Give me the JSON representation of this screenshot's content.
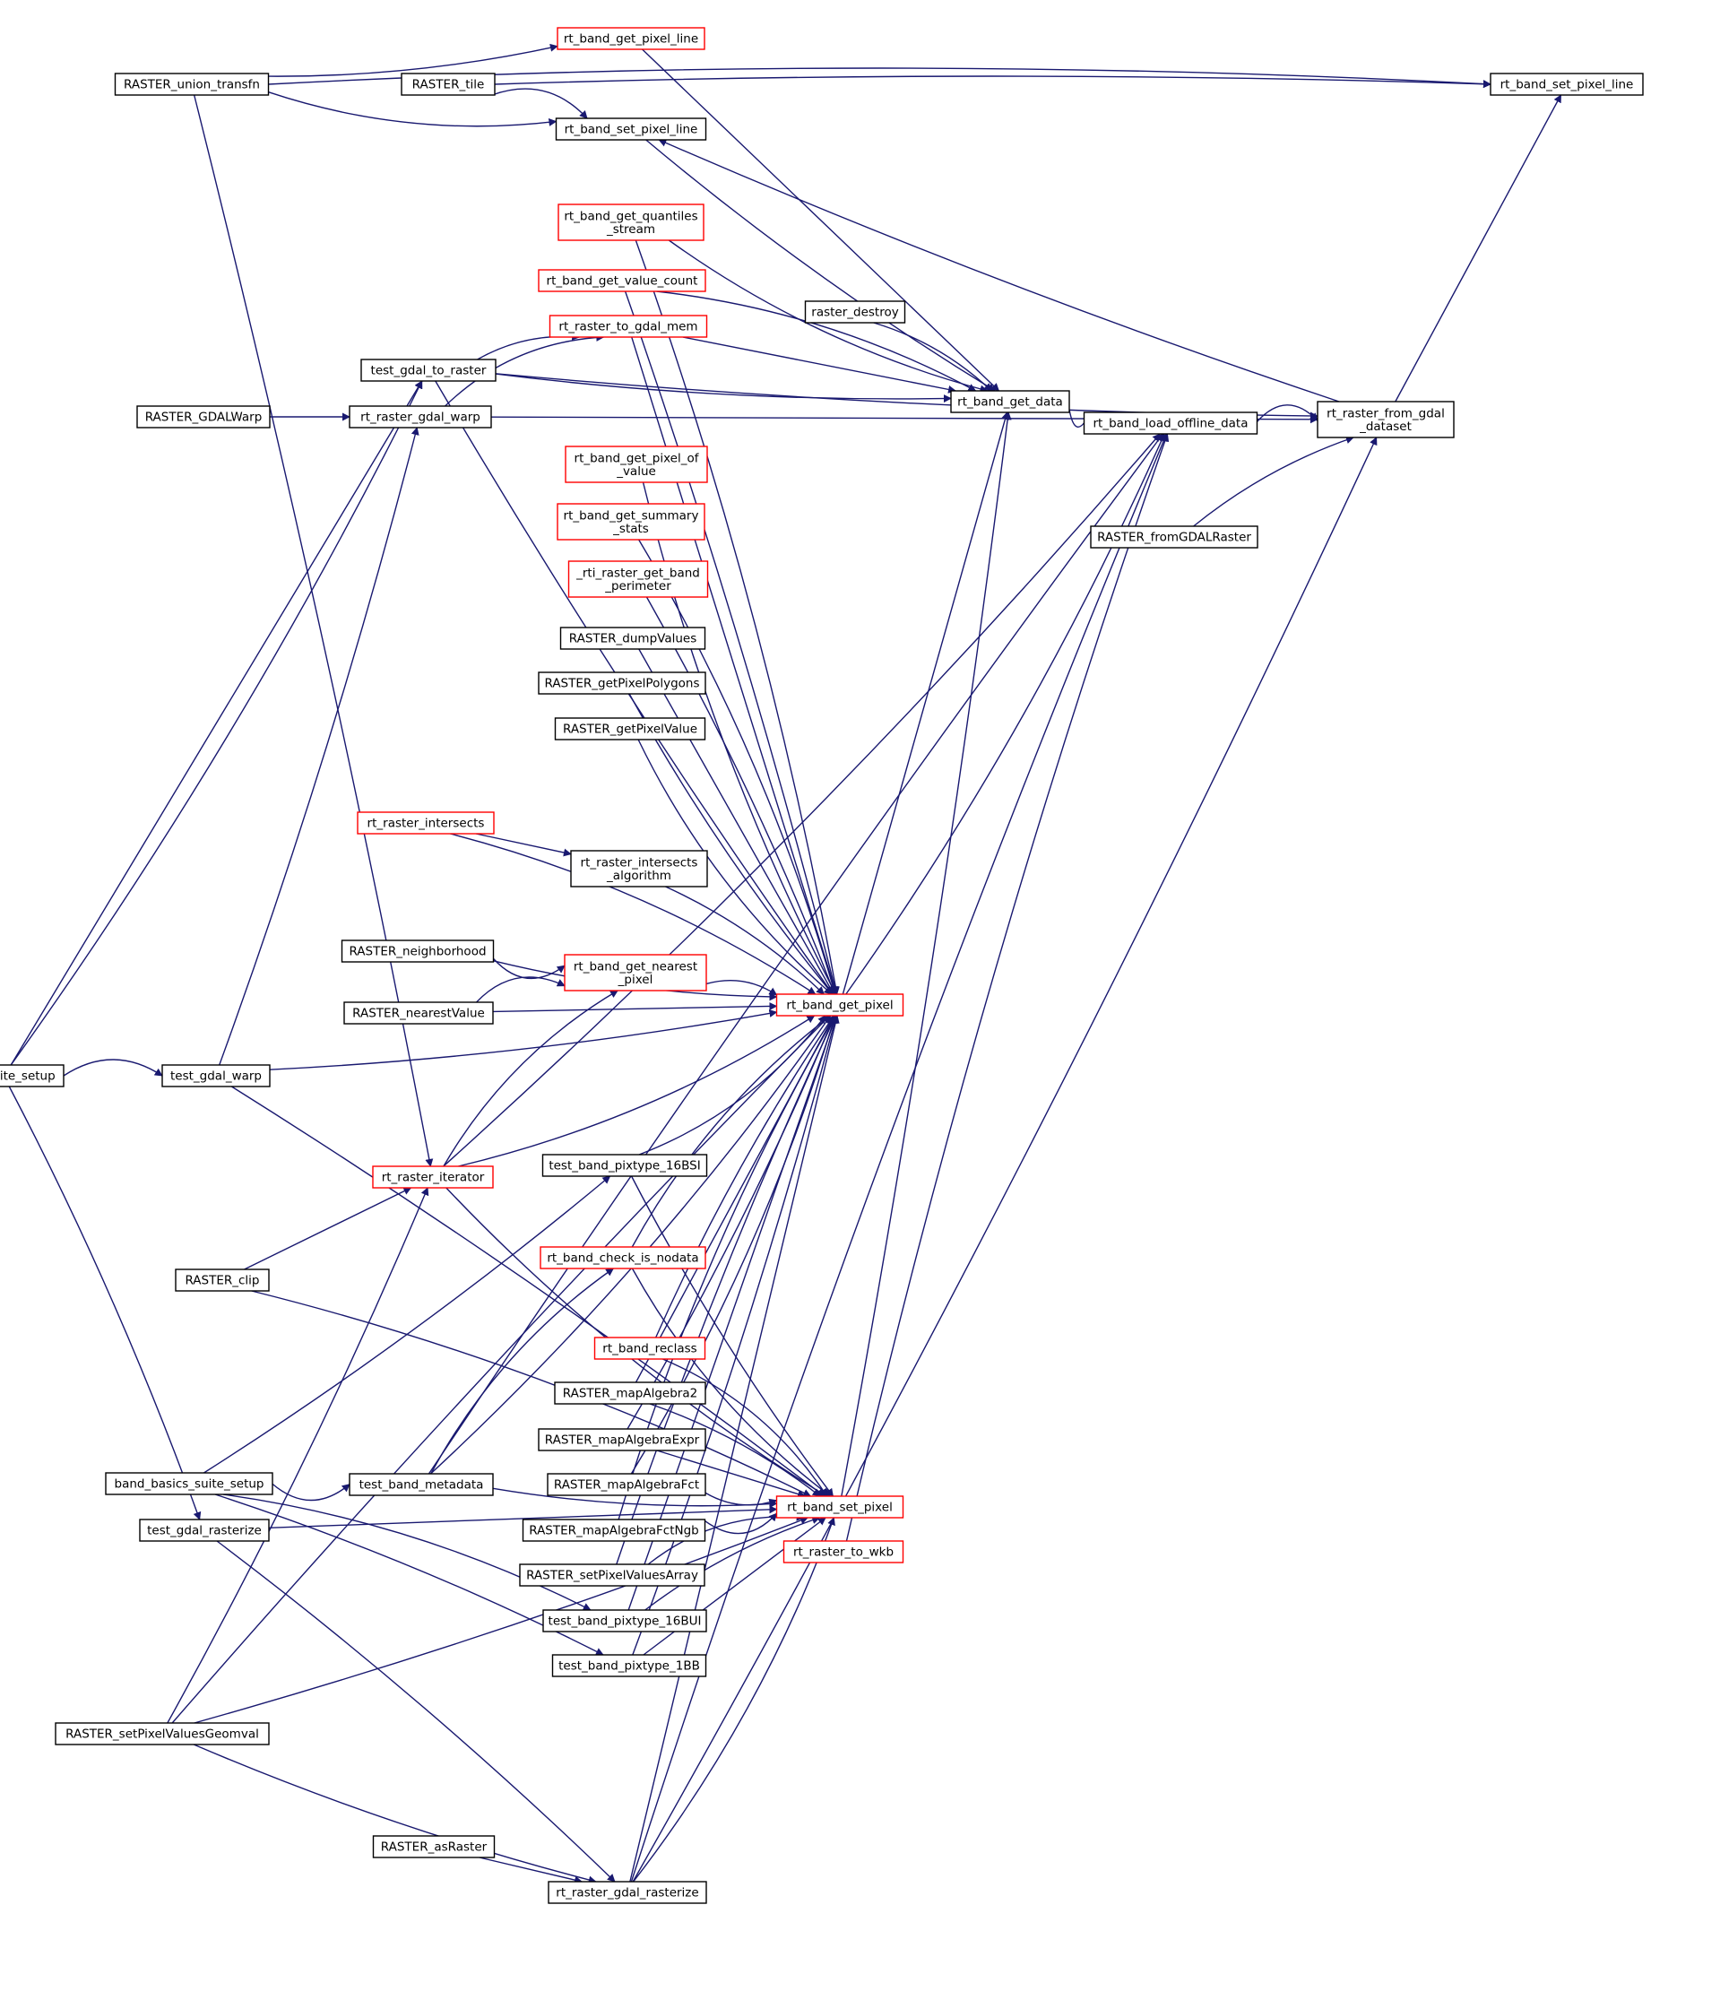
{
  "colors": {
    "edge": "#191970",
    "focus_fill": "#bfbfbf",
    "black_border": "#000000",
    "red_border": "#ff0000"
  },
  "nodes": [
    {
      "id": "rt_band_set_pixel_line_main",
      "lines": [
        "rt_band_set_pixel_line"
      ],
      "border": "black",
      "focus": true
    },
    {
      "id": "RASTER_union_transfn",
      "lines": [
        "RASTER_union_transfn"
      ],
      "border": "black"
    },
    {
      "id": "RASTER_tile",
      "lines": [
        "RASTER_tile"
      ],
      "border": "black"
    },
    {
      "id": "rt_band_get_pixel_line",
      "lines": [
        "rt_band_get_pixel_line"
      ],
      "border": "red"
    },
    {
      "id": "rt_band_set_pixel_line",
      "lines": [
        "rt_band_set_pixel_line"
      ],
      "border": "black"
    },
    {
      "id": "rt_band_get_quantiles_stream",
      "lines": [
        "rt_band_get_quantiles",
        "_stream"
      ],
      "border": "red"
    },
    {
      "id": "rt_band_get_value_count",
      "lines": [
        "rt_band_get_value_count"
      ],
      "border": "red"
    },
    {
      "id": "raster_destroy",
      "lines": [
        "raster_destroy"
      ],
      "border": "black"
    },
    {
      "id": "rt_raster_to_gdal_mem",
      "lines": [
        "rt_raster_to_gdal_mem"
      ],
      "border": "red"
    },
    {
      "id": "test_gdal_to_raster",
      "lines": [
        "test_gdal_to_raster"
      ],
      "border": "black"
    },
    {
      "id": "rt_band_get_data",
      "lines": [
        "rt_band_get_data"
      ],
      "border": "black"
    },
    {
      "id": "rt_band_load_offline_data",
      "lines": [
        "rt_band_load_offline_data"
      ],
      "border": "black"
    },
    {
      "id": "rt_raster_from_gdal_dataset",
      "lines": [
        "rt_raster_from_gdal",
        "_dataset"
      ],
      "border": "black"
    },
    {
      "id": "RASTER_GDALWarp",
      "lines": [
        "RASTER_GDALWarp"
      ],
      "border": "black"
    },
    {
      "id": "rt_raster_gdal_warp",
      "lines": [
        "rt_raster_gdal_warp"
      ],
      "border": "black"
    },
    {
      "id": "rt_band_get_pixel_of_value",
      "lines": [
        "rt_band_get_pixel_of",
        "_value"
      ],
      "border": "red"
    },
    {
      "id": "RASTER_fromGDALRaster",
      "lines": [
        "RASTER_fromGDALRaster"
      ],
      "border": "black"
    },
    {
      "id": "rt_band_get_summary_stats",
      "lines": [
        "rt_band_get_summary",
        "_stats"
      ],
      "border": "red"
    },
    {
      "id": "rti_raster_get_band_perimeter",
      "lines": [
        "_rti_raster_get_band",
        "_perimeter"
      ],
      "border": "red"
    },
    {
      "id": "RASTER_dumpValues",
      "lines": [
        "RASTER_dumpValues"
      ],
      "border": "black"
    },
    {
      "id": "RASTER_getPixelPolygons",
      "lines": [
        "RASTER_getPixelPolygons"
      ],
      "border": "black"
    },
    {
      "id": "RASTER_getPixelValue",
      "lines": [
        "RASTER_getPixelValue"
      ],
      "border": "black"
    },
    {
      "id": "rt_raster_intersects",
      "lines": [
        "rt_raster_intersects"
      ],
      "border": "red"
    },
    {
      "id": "rt_raster_intersects_algorithm",
      "lines": [
        "rt_raster_intersects",
        "_algorithm"
      ],
      "border": "black"
    },
    {
      "id": "RASTER_neighborhood",
      "lines": [
        "RASTER_neighborhood"
      ],
      "border": "black"
    },
    {
      "id": "rt_band_get_nearest_pixel",
      "lines": [
        "rt_band_get_nearest",
        "_pixel"
      ],
      "border": "red"
    },
    {
      "id": "rt_band_get_pixel",
      "lines": [
        "rt_band_get_pixel"
      ],
      "border": "red"
    },
    {
      "id": "RASTER_nearestValue",
      "lines": [
        "RASTER_nearestValue"
      ],
      "border": "black"
    },
    {
      "id": "gdal_suite_setup",
      "lines": [
        "gdal_suite_setup"
      ],
      "border": "black"
    },
    {
      "id": "test_gdal_warp",
      "lines": [
        "test_gdal_warp"
      ],
      "border": "black"
    },
    {
      "id": "test_band_pixtype_16BSI",
      "lines": [
        "test_band_pixtype_16BSI"
      ],
      "border": "black"
    },
    {
      "id": "rt_raster_iterator",
      "lines": [
        "rt_raster_iterator"
      ],
      "border": "red"
    },
    {
      "id": "rt_band_check_is_nodata",
      "lines": [
        "rt_band_check_is_nodata"
      ],
      "border": "red"
    },
    {
      "id": "RASTER_clip",
      "lines": [
        "RASTER_clip"
      ],
      "border": "black"
    },
    {
      "id": "rt_band_reclass",
      "lines": [
        "rt_band_reclass"
      ],
      "border": "red"
    },
    {
      "id": "RASTER_mapAlgebra2",
      "lines": [
        "RASTER_mapAlgebra2"
      ],
      "border": "black"
    },
    {
      "id": "RASTER_mapAlgebraExpr",
      "lines": [
        "RASTER_mapAlgebraExpr"
      ],
      "border": "black"
    },
    {
      "id": "band_basics_suite_setup",
      "lines": [
        "band_basics_suite_setup"
      ],
      "border": "black"
    },
    {
      "id": "test_band_metadata",
      "lines": [
        "test_band_metadata"
      ],
      "border": "black"
    },
    {
      "id": "RASTER_mapAlgebraFct",
      "lines": [
        "RASTER_mapAlgebraFct"
      ],
      "border": "black"
    },
    {
      "id": "rt_band_set_pixel",
      "lines": [
        "rt_band_set_pixel"
      ],
      "border": "red"
    },
    {
      "id": "test_gdal_rasterize",
      "lines": [
        "test_gdal_rasterize"
      ],
      "border": "black"
    },
    {
      "id": "RASTER_mapAlgebraFctNgb",
      "lines": [
        "RASTER_mapAlgebraFctNgb"
      ],
      "border": "black"
    },
    {
      "id": "rt_raster_to_wkb",
      "lines": [
        "rt_raster_to_wkb"
      ],
      "border": "red"
    },
    {
      "id": "RASTER_setPixelValuesArray",
      "lines": [
        "RASTER_setPixelValuesArray"
      ],
      "border": "black"
    },
    {
      "id": "test_band_pixtype_16BUI",
      "lines": [
        "test_band_pixtype_16BUI"
      ],
      "border": "black"
    },
    {
      "id": "test_band_pixtype_1BB",
      "lines": [
        "test_band_pixtype_1BB"
      ],
      "border": "black"
    },
    {
      "id": "RASTER_setPixelValuesGeomval",
      "lines": [
        "RASTER_setPixelValuesGeomval"
      ],
      "border": "black"
    },
    {
      "id": "RASTER_asRaster",
      "lines": [
        "RASTER_asRaster"
      ],
      "border": "black"
    },
    {
      "id": "rt_raster_gdal_rasterize",
      "lines": [
        "rt_raster_gdal_rasterize"
      ],
      "border": "black"
    }
  ],
  "edges": [
    [
      "RASTER_union_transfn",
      "rt_band_set_pixel_line_main"
    ],
    [
      "RASTER_tile",
      "rt_band_set_pixel_line_main"
    ],
    [
      "rt_raster_from_gdal_dataset",
      "rt_band_set_pixel_line_main"
    ],
    [
      "RASTER_union_transfn",
      "rt_band_get_pixel_line"
    ],
    [
      "RASTER_union_transfn",
      "rt_band_set_pixel_line"
    ],
    [
      "RASTER_tile",
      "rt_band_set_pixel_line"
    ],
    [
      "rt_raster_from_gdal_dataset",
      "rt_band_set_pixel_line"
    ],
    [
      "rt_band_get_pixel_line",
      "rt_band_get_data"
    ],
    [
      "rt_band_set_pixel_line",
      "rt_band_get_data"
    ],
    [
      "rt_band_get_quantiles_stream",
      "rt_band_get_data"
    ],
    [
      "rt_band_get_value_count",
      "rt_band_get_data"
    ],
    [
      "raster_destroy",
      "rt_band_get_data"
    ],
    [
      "rt_raster_to_gdal_mem",
      "rt_band_get_data"
    ],
    [
      "test_gdal_to_raster",
      "rt_band_get_data"
    ],
    [
      "rt_band_get_data",
      "rt_band_load_offline_data"
    ],
    [
      "rt_band_load_offline_data",
      "rt_raster_from_gdal_dataset"
    ],
    [
      "RASTER_fromGDALRaster",
      "rt_raster_from_gdal_dataset"
    ],
    [
      "rt_raster_gdal_warp",
      "rt_raster_from_gdal_dataset"
    ],
    [
      "test_gdal_to_raster",
      "rt_raster_from_gdal_dataset"
    ],
    [
      "rt_raster_gdal_rasterize",
      "rt_raster_from_gdal_dataset"
    ],
    [
      "rt_raster_gdal_warp",
      "rt_raster_to_gdal_mem"
    ],
    [
      "test_gdal_to_raster",
      "rt_raster_to_gdal_mem"
    ],
    [
      "RASTER_GDALWarp",
      "rt_raster_gdal_warp"
    ],
    [
      "test_gdal_warp",
      "rt_raster_gdal_warp"
    ],
    [
      "gdal_suite_setup",
      "test_gdal_to_raster"
    ],
    [
      "gdal_suite_setup",
      "test_gdal_warp"
    ],
    [
      "gdal_suite_setup",
      "test_gdal_rasterize"
    ],
    [
      "rt_band_get_pixel",
      "rt_band_get_data"
    ],
    [
      "rt_band_set_pixel",
      "rt_band_get_data"
    ],
    [
      "rt_band_get_pixel",
      "rt_band_load_offline_data"
    ],
    [
      "rt_band_get_quantiles_stream",
      "rt_band_get_pixel"
    ],
    [
      "rt_band_get_value_count",
      "rt_band_get_pixel"
    ],
    [
      "rt_raster_to_gdal_mem",
      "rt_band_get_pixel"
    ],
    [
      "test_gdal_to_raster",
      "rt_band_get_pixel"
    ],
    [
      "rt_band_get_pixel_of_value",
      "rt_band_get_pixel"
    ],
    [
      "rt_band_get_summary_stats",
      "rt_band_get_pixel"
    ],
    [
      "rti_raster_get_band_perimeter",
      "rt_band_get_pixel"
    ],
    [
      "RASTER_dumpValues",
      "rt_band_get_pixel"
    ],
    [
      "RASTER_getPixelPolygons",
      "rt_band_get_pixel"
    ],
    [
      "RASTER_getPixelValue",
      "rt_band_get_pixel"
    ],
    [
      "rt_raster_intersects",
      "rt_band_get_pixel"
    ],
    [
      "rt_raster_intersects_algorithm",
      "rt_band_get_pixel"
    ],
    [
      "rt_raster_intersects",
      "rt_raster_intersects_algorithm"
    ],
    [
      "RASTER_neighborhood",
      "rt_band_get_pixel"
    ],
    [
      "RASTER_neighborhood",
      "rt_band_get_nearest_pixel"
    ],
    [
      "RASTER_nearestValue",
      "rt_band_get_nearest_pixel"
    ],
    [
      "rt_band_get_nearest_pixel",
      "rt_band_get_pixel"
    ],
    [
      "RASTER_nearestValue",
      "rt_band_get_pixel"
    ],
    [
      "test_gdal_warp",
      "rt_band_get_pixel"
    ],
    [
      "rt_raster_iterator",
      "rt_band_get_pixel"
    ],
    [
      "rt_raster_iterator",
      "rt_band_get_nearest_pixel"
    ],
    [
      "RASTER_union_transfn",
      "rt_raster_iterator"
    ],
    [
      "RASTER_clip",
      "rt_raster_iterator"
    ],
    [
      "RASTER_setPixelValuesGeomval",
      "rt_raster_iterator"
    ],
    [
      "test_band_pixtype_16BSI",
      "rt_band_get_pixel"
    ],
    [
      "rt_band_check_is_nodata",
      "rt_band_get_pixel"
    ],
    [
      "rt_band_reclass",
      "rt_band_get_pixel"
    ],
    [
      "RASTER_mapAlgebra2",
      "rt_band_get_pixel"
    ],
    [
      "RASTER_mapAlgebraExpr",
      "rt_band_get_pixel"
    ],
    [
      "RASTER_mapAlgebraFct",
      "rt_band_get_pixel"
    ],
    [
      "RASTER_mapAlgebraFctNgb",
      "rt_band_get_pixel"
    ],
    [
      "RASTER_setPixelValuesArray",
      "rt_band_get_pixel"
    ],
    [
      "test_band_pixtype_16BUI",
      "rt_band_get_pixel"
    ],
    [
      "test_band_pixtype_1BB",
      "rt_band_get_pixel"
    ],
    [
      "test_band_metadata",
      "rt_band_get_pixel"
    ],
    [
      "test_band_metadata",
      "rt_band_check_is_nodata"
    ],
    [
      "RASTER_setPixelValuesGeomval",
      "rt_band_get_pixel"
    ],
    [
      "rt_raster_gdal_rasterize",
      "rt_band_get_pixel"
    ],
    [
      "band_basics_suite_setup",
      "test_band_pixtype_16BSI"
    ],
    [
      "band_basics_suite_setup",
      "test_band_metadata"
    ],
    [
      "band_basics_suite_setup",
      "test_band_pixtype_16BUI"
    ],
    [
      "band_basics_suite_setup",
      "test_band_pixtype_1BB"
    ],
    [
      "gdal_suite_setup",
      "test_gdal_to_raster"
    ],
    [
      "test_band_pixtype_16BSI",
      "rt_band_set_pixel"
    ],
    [
      "rt_band_check_is_nodata",
      "rt_band_set_pixel"
    ],
    [
      "rt_band_reclass",
      "rt_band_set_pixel"
    ],
    [
      "RASTER_mapAlgebra2",
      "rt_band_set_pixel"
    ],
    [
      "RASTER_mapAlgebraExpr",
      "rt_band_set_pixel"
    ],
    [
      "RASTER_mapAlgebraFct",
      "rt_band_set_pixel"
    ],
    [
      "RASTER_mapAlgebraFctNgb",
      "rt_band_set_pixel"
    ],
    [
      "RASTER_setPixelValuesArray",
      "rt_band_set_pixel"
    ],
    [
      "test_band_pixtype_16BUI",
      "rt_band_set_pixel"
    ],
    [
      "test_band_pixtype_1BB",
      "rt_band_set_pixel"
    ],
    [
      "test_band_metadata",
      "rt_band_set_pixel"
    ],
    [
      "rt_raster_iterator",
      "rt_band_set_pixel"
    ],
    [
      "RASTER_clip",
      "rt_band_set_pixel"
    ],
    [
      "test_gdal_warp",
      "rt_band_set_pixel"
    ],
    [
      "test_gdal_rasterize",
      "rt_band_set_pixel"
    ],
    [
      "RASTER_setPixelValuesGeomval",
      "rt_band_set_pixel"
    ],
    [
      "rt_raster_gdal_rasterize",
      "rt_band_set_pixel"
    ],
    [
      "rt_raster_to_wkb",
      "rt_band_load_offline_data"
    ],
    [
      "test_gdal_rasterize",
      "rt_raster_gdal_rasterize"
    ],
    [
      "RASTER_asRaster",
      "rt_raster_gdal_rasterize"
    ],
    [
      "RASTER_setPixelValuesGeomval",
      "rt_raster_gdal_rasterize"
    ],
    [
      "rt_raster_iterator",
      "rt_band_load_offline_data"
    ],
    [
      "rt_raster_gdal_rasterize",
      "rt_band_load_offline_data"
    ],
    [
      "test_band_metadata",
      "rt_band_load_offline_data"
    ]
  ]
}
